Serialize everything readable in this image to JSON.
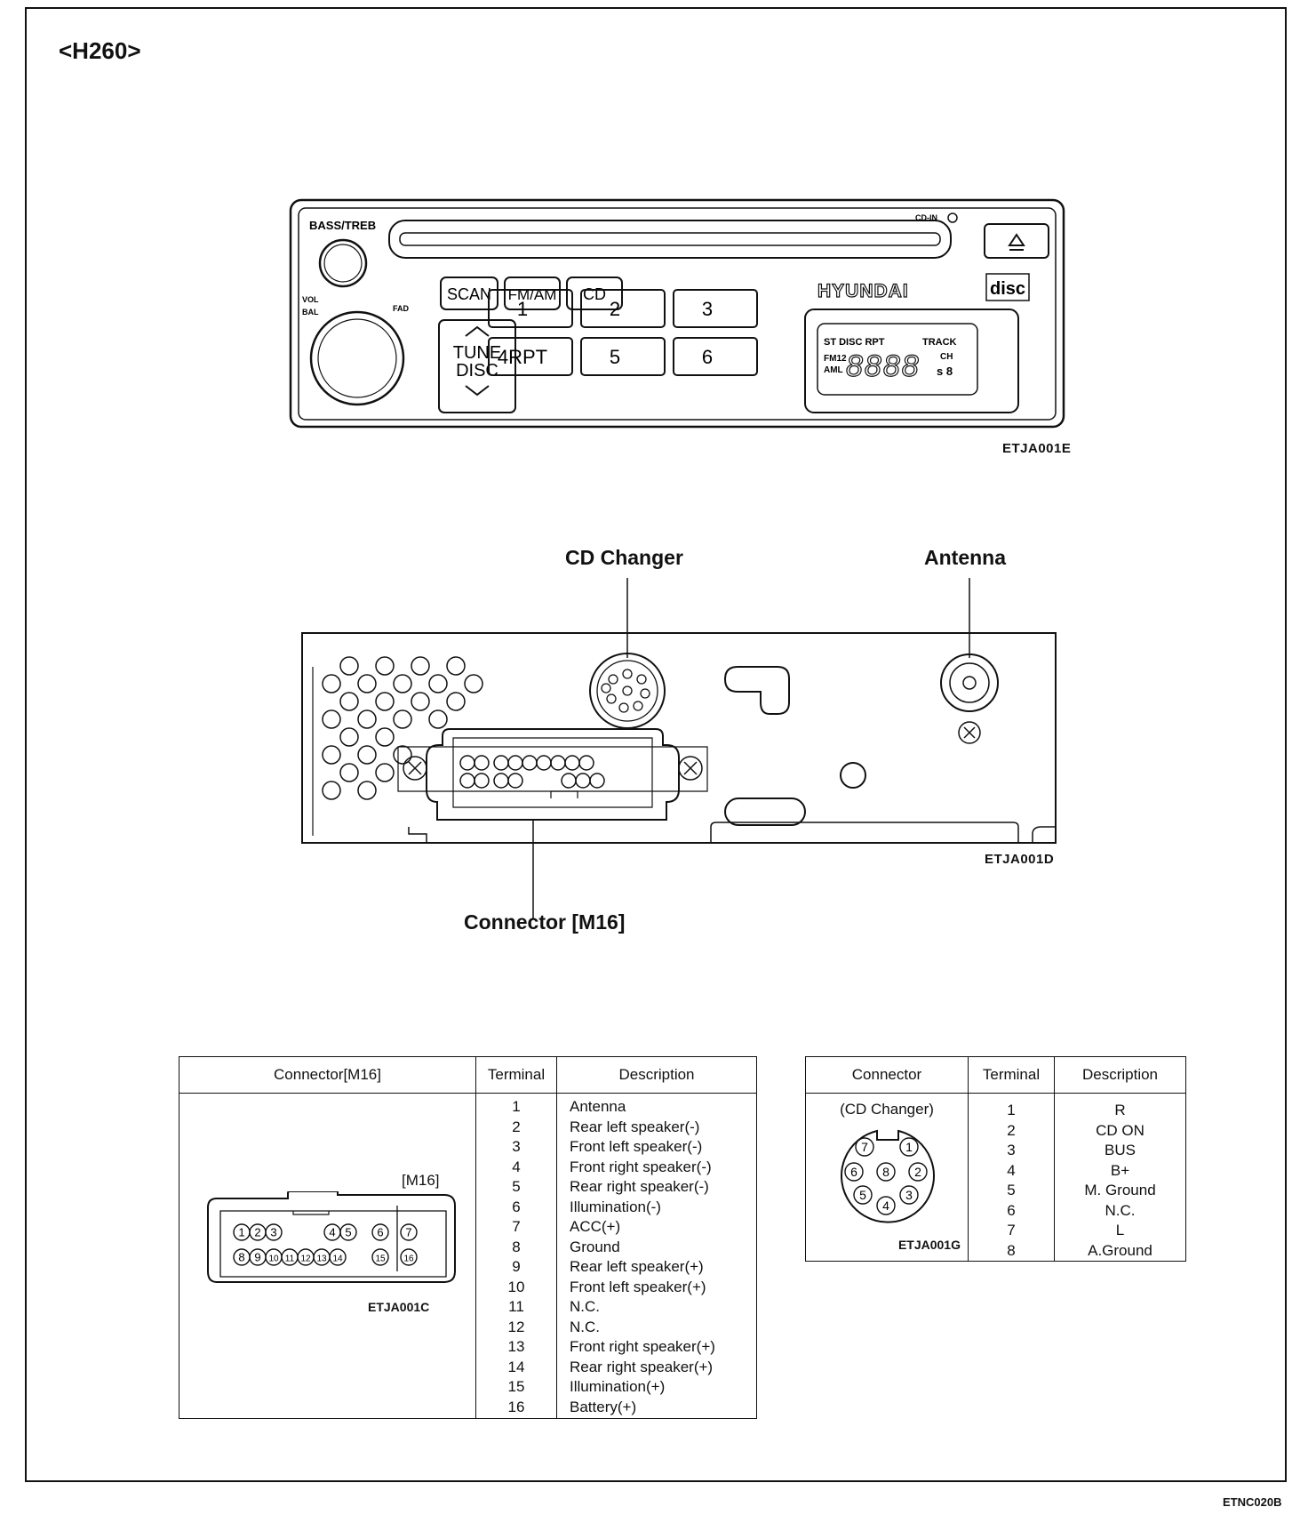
{
  "page": {
    "title": "<H260>",
    "footer_code": "ETNC020B"
  },
  "head_unit": {
    "code": "ETJA001E",
    "bass_treb": "BASS/TREB",
    "vol": "VOL",
    "bal": "BAL",
    "fad": "FAD",
    "cd_in": "CD-IN",
    "buttons": {
      "scan": "SCAN",
      "fmam": "FM/AM",
      "cd": "CD",
      "tune_top": "TUNE",
      "tune_bottom": "DISC"
    },
    "presets": [
      "1",
      "2",
      "3",
      "4RPT",
      "5",
      "6"
    ],
    "brand": "HYUNDAI",
    "display": {
      "top": "ST DISC RPT",
      "track": "TRACK",
      "fm": "FM12",
      "aml": "AML",
      "ch": "CH",
      "digits": "8888",
      "small": "s 8"
    }
  },
  "rear_panel": {
    "code": "ETJA001D",
    "cd_changer_label": "CD Changer",
    "antenna_label": "Antenna",
    "connector_label": "Connector [M16]"
  },
  "m16_table": {
    "headers": [
      "Connector[M16]",
      "Terminal",
      "Description"
    ],
    "connector_tag": "[M16]",
    "figure_code": "ETJA001C",
    "pin_labels": [
      "1",
      "2",
      "3",
      "4",
      "5",
      "6",
      "7",
      "8",
      "9",
      "10",
      "11",
      "12",
      "13",
      "14",
      "15",
      "16"
    ],
    "terminals": [
      "1",
      "2",
      "3",
      "4",
      "5",
      "6",
      "7",
      "8",
      "9",
      "10",
      "11",
      "12",
      "13",
      "14",
      "15",
      "16"
    ],
    "descriptions": [
      "Antenna",
      "Rear left speaker(-)",
      "Front left speaker(-)",
      "Front right speaker(-)",
      "Rear right speaker(-)",
      "Illumination(-)",
      "ACC(+)",
      "Ground",
      "Rear left speaker(+)",
      "Front left speaker(+)",
      "N.C.",
      "N.C.",
      "Front right speaker(+)",
      "Rear right speaker(+)",
      "Illumination(+)",
      "Battery(+)"
    ]
  },
  "cd_table": {
    "headers": [
      "Connector",
      "Terminal",
      "Description"
    ],
    "connector_caption": "(CD Changer)",
    "figure_code": "ETJA001G",
    "pin_labels": [
      "1",
      "2",
      "3",
      "4",
      "5",
      "6",
      "7",
      "8"
    ],
    "terminals": [
      "1",
      "2",
      "3",
      "4",
      "5",
      "6",
      "7",
      "8"
    ],
    "descriptions": [
      "R",
      "CD ON",
      "BUS",
      "B+",
      "M. Ground",
      "N.C.",
      "L",
      "A.Ground"
    ]
  }
}
